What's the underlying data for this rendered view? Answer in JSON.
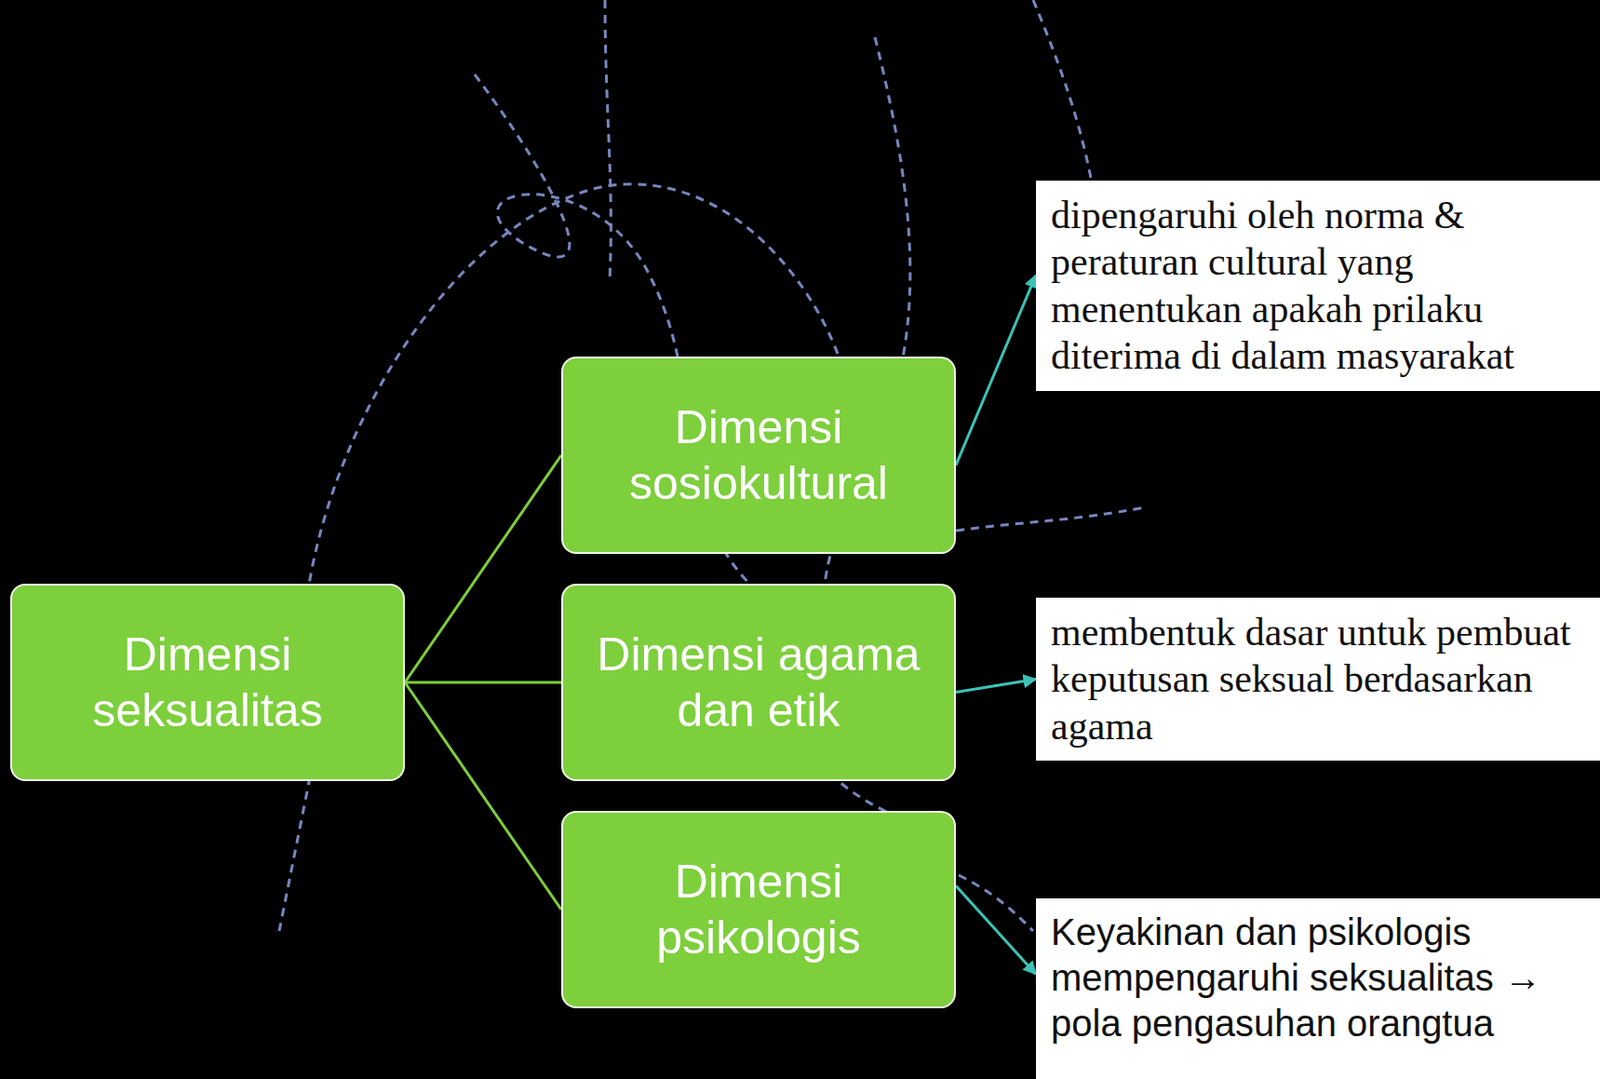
{
  "diagram": {
    "nodes": [
      {
        "text": [
          "Dimensi seksualitas"
        ]
      },
      {
        "text": [
          "Dimensi sosiokultural"
        ]
      },
      {
        "text": [
          "dipengaruhi oleh norma & peraturan cultural yang menentukan apakah prilaku diterima di dalam masyarakat"
        ]
      },
      {
        "text": [
          "Dimensi agama dan etik"
        ]
      },
      {
        "text": [
          "membentuk dasar untuk pembuat keputusan seksual berdasarkan agama"
        ]
      },
      {
        "text": [
          "Dimensi psikologis"
        ]
      },
      {
        "text": [
          "Keyakinan dan psikologis mempengaruhi seksualitas → pola pengasuhan orangtua"
        ]
      }
    ],
    "edges": [
      {
        "from": 0,
        "to": 1,
        "arrow": "none"
      },
      {
        "from": 0,
        "to": 3,
        "arrow": "none"
      },
      {
        "from": 0,
        "to": 5,
        "arrow": "none"
      },
      {
        "from": 1,
        "to": 2,
        "arrow": "to"
      },
      {
        "from": 3,
        "to": 4,
        "arrow": "to"
      },
      {
        "from": 5,
        "to": 6,
        "arrow": "to"
      }
    ]
  }
}
